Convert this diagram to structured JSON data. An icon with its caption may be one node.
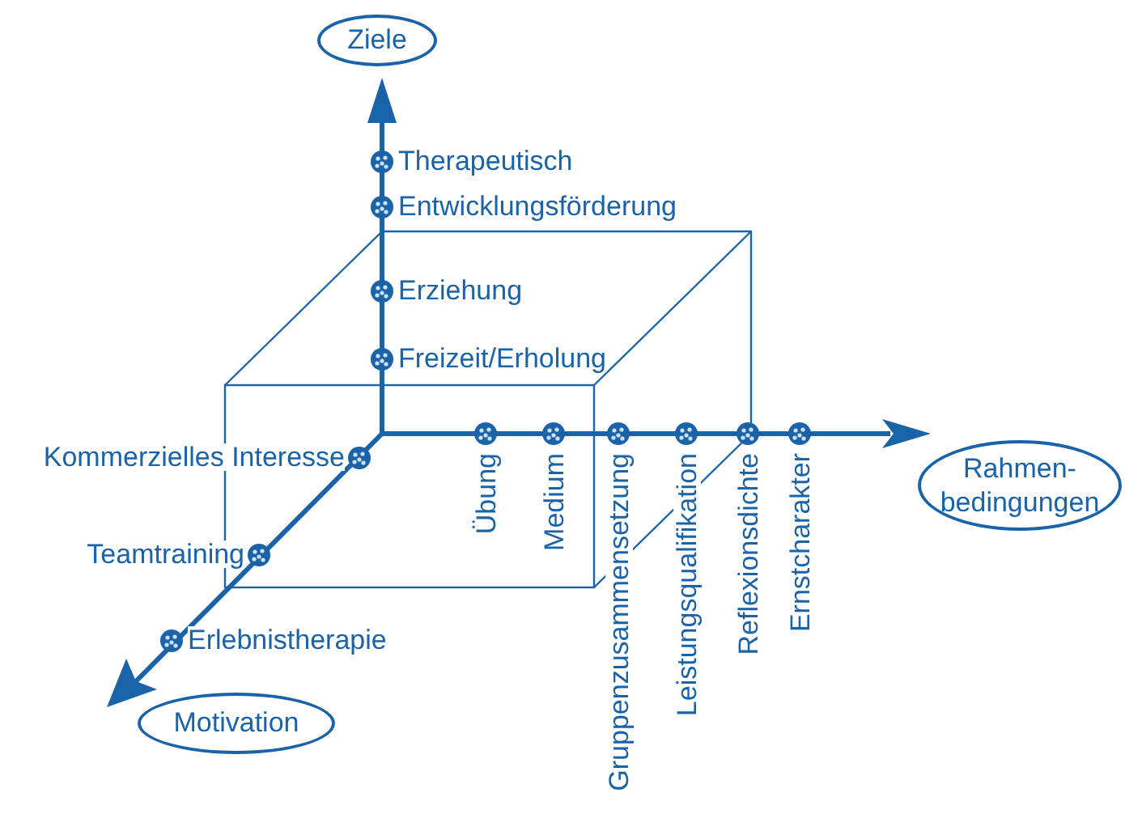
{
  "diagram": {
    "nodes": [
      {
        "text": [
          "Ziele"
        ]
      },
      {
        "text": [
          "Rahmen- bedingungen"
        ]
      },
      {
        "text": [
          "Motivation"
        ]
      }
    ],
    "labels": [
      "Therapeutisch",
      "Entwicklungsförderung",
      "Erziehung",
      "Freizeit/Erholung",
      "Kommerzielles Interesse",
      "Teamtraining",
      "Erlebnistherapie",
      "Übung",
      "Medium",
      "Gruppenzusammensetzung",
      "Leistungsqualifikation",
      "Reflexionsdichte",
      "Ernstcharakter"
    ]
  }
}
